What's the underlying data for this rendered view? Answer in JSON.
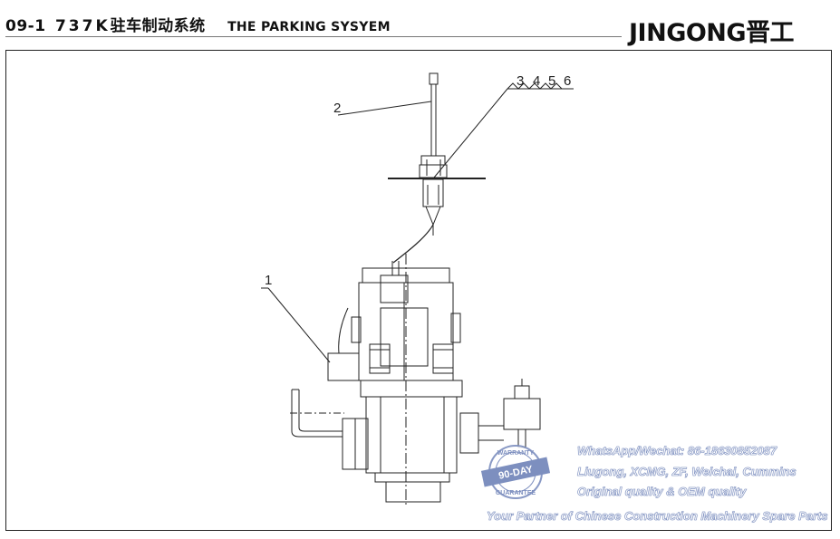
{
  "header": {
    "code": "09-1",
    "model": "737K",
    "title_cn": "驻车制动系统",
    "title_en": "THE PARKING SYSYEM"
  },
  "logo": {
    "brand_latin": "JINGONG",
    "brand_cn": "晋工"
  },
  "diagram": {
    "callouts": {
      "c1": "1",
      "c2": "2",
      "c3": "3",
      "c4": "4",
      "c5": "5",
      "c6": "6"
    }
  },
  "watermark": {
    "seal_top": "WARRANTY",
    "seal_center": "90-DAY",
    "seal_bottom": "GUARANTEE",
    "line1": "WhatsApp/Wechat: 86-18630852087",
    "line2": "Liugong, XCMG, ZF, Weichai, Cummins",
    "line3": "Original quality & OEM quality",
    "line4": "Your Partner of Chinese Construction Machinery Spare Parts"
  },
  "colors": {
    "line": "#222222",
    "watermark_blue": "#7d8fbf"
  }
}
